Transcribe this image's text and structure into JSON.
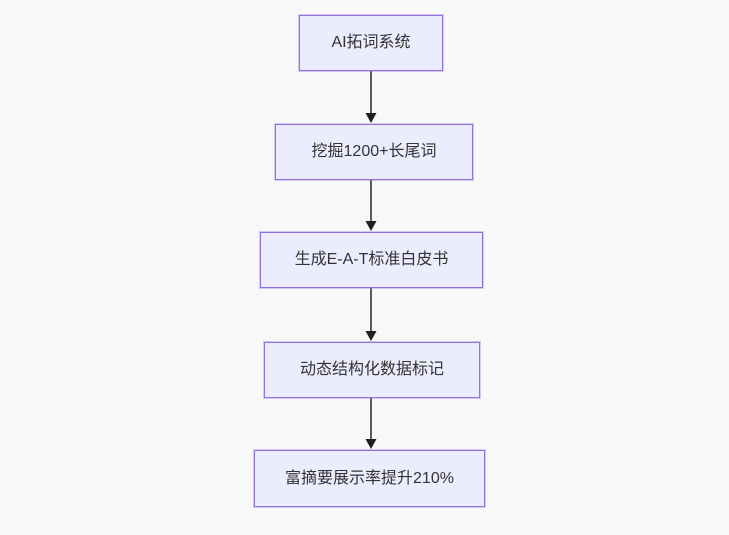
{
  "diagram": {
    "type": "flowchart",
    "direction": "top-down",
    "nodes": [
      {
        "id": "n1",
        "label": "AI拓词系统"
      },
      {
        "id": "n2",
        "label": "挖掘1200+长尾词"
      },
      {
        "id": "n3",
        "label": "生成E-A-T标准白皮书"
      },
      {
        "id": "n4",
        "label": "动态结构化数据标记"
      },
      {
        "id": "n5",
        "label": "富摘要展示率提升210%"
      }
    ],
    "edges": [
      {
        "from": "n1",
        "to": "n2"
      },
      {
        "from": "n2",
        "to": "n3"
      },
      {
        "from": "n3",
        "to": "n4"
      },
      {
        "from": "n4",
        "to": "n5"
      }
    ]
  },
  "colors": {
    "background": "#f8f8f8",
    "node_fill": "#ececff",
    "node_border": "#9370db",
    "edge_line": "#4a4a4a",
    "arrowhead": "#1f1f1f",
    "text": "#333333"
  }
}
